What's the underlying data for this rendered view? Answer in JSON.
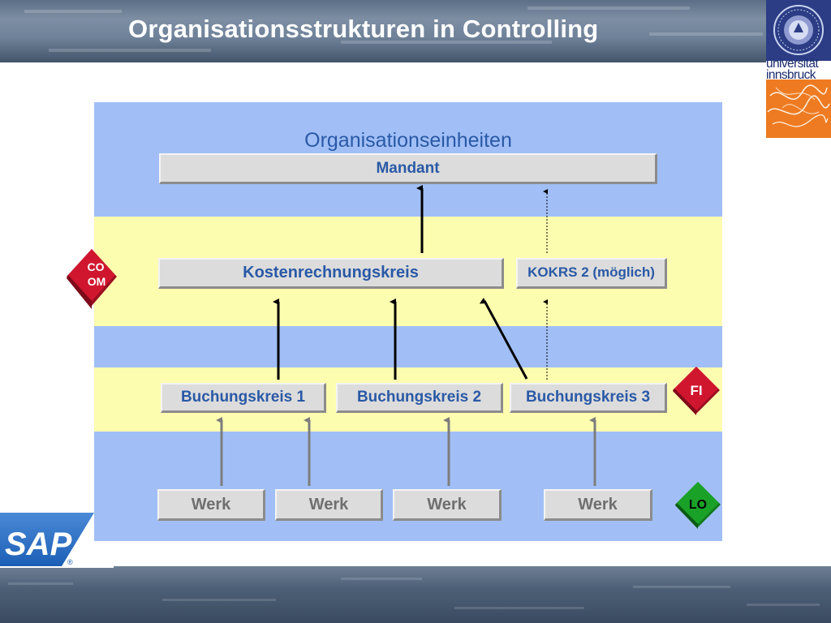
{
  "slide": {
    "title": "Organisationsstrukturen in Controlling"
  },
  "logos": {
    "university_line1": "universität",
    "university_line2": "innsbruck",
    "sap": "SAP",
    "sap_registered": "®"
  },
  "diagram": {
    "title": "Organisationseinheiten",
    "client_label": "Mandant",
    "controlling_area_label": "Kostenrechnungskreis",
    "controlling_area_2_label": "KOKRS 2 (möglich)",
    "company_codes": [
      "Buchungskreis 1",
      "Buchungskreis 2",
      "Buchungskreis 3"
    ],
    "plants": [
      "Werk",
      "Werk",
      "Werk",
      "Werk"
    ],
    "module_badges": {
      "co_om": [
        "CO",
        "OM"
      ],
      "fi": "FI",
      "lo": "LO"
    }
  },
  "colors": {
    "header_bg": "#6f8299",
    "diagram_bg": "#a1bff6",
    "band_yellow": "#fdfdb0",
    "box_text": "#2a59a6",
    "badge_red": "#d0162e",
    "badge_green": "#1aa228",
    "university_orange": "#ee7b22",
    "university_blue": "#2c3d86"
  }
}
